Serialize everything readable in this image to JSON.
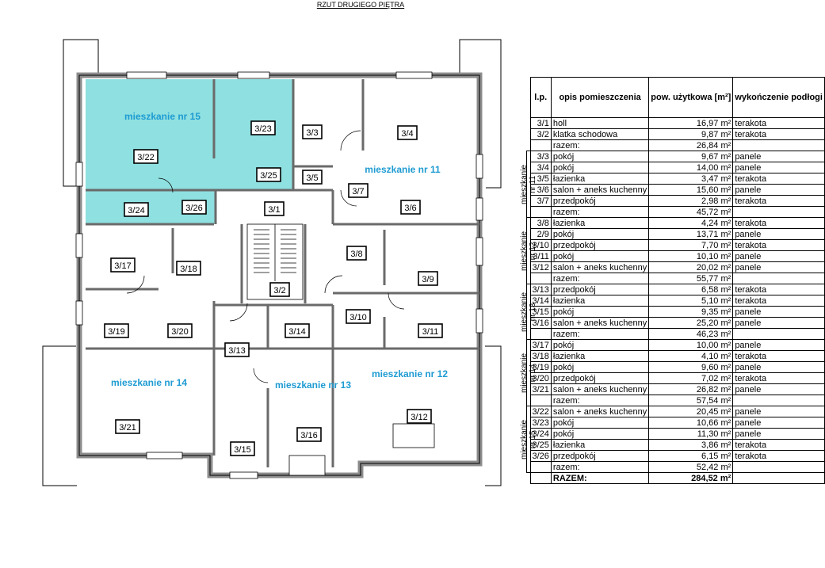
{
  "title": "RZUT DRUGIEGO PIĘTRA",
  "colors": {
    "highlight": "#8fe0e0",
    "apartment_label": "#1e9bd2",
    "wall": "#8c8c8c"
  },
  "plan": {
    "apartments": [
      {
        "label": "mieszkanie nr 15"
      },
      {
        "label": "mieszkanie nr 11"
      },
      {
        "label": "mieszkanie nr 14"
      },
      {
        "label": "mieszkanie nr 13"
      },
      {
        "label": "mieszkanie nr 12"
      }
    ],
    "rooms": [
      "3/1",
      "3/2",
      "3/3",
      "3/4",
      "3/5",
      "3/6",
      "3/7",
      "3/8",
      "3/9",
      "3/10",
      "3/11",
      "3/12",
      "3/13",
      "3/14",
      "3/15",
      "3/16",
      "3/17",
      "3/18",
      "3/19",
      "3/20",
      "3/21",
      "3/22",
      "3/23",
      "3/24",
      "3/25",
      "3/26"
    ]
  },
  "table": {
    "headers": {
      "no": "l.p.",
      "desc": "opis pomieszczenia",
      "area": "pow. użytkowa [m²]",
      "finish": "wykończenie podłogi"
    },
    "common": [
      {
        "no": "3/1",
        "desc": "holl",
        "area": "16,97 m²",
        "finish": "terakota"
      },
      {
        "no": "3/2",
        "desc": "klatka schodowa",
        "area": "9,87 m²",
        "finish": "terakota"
      }
    ],
    "common_sum": {
      "label": "razem:",
      "area": "26,84 m²"
    },
    "groups": [
      {
        "name": "mieszkanie nr 11",
        "rows": [
          {
            "no": "3/3",
            "desc": "pokój",
            "area": "9,67 m²",
            "finish": "panele"
          },
          {
            "no": "3/4",
            "desc": "pokój",
            "area": "14,00 m²",
            "finish": "panele"
          },
          {
            "no": "3/5",
            "desc": "łazienka",
            "area": "3,47 m²",
            "finish": "terakota"
          },
          {
            "no": "3/6",
            "desc": "salon + aneks kuchenny",
            "area": "15,60 m²",
            "finish": "panele"
          },
          {
            "no": "3/7",
            "desc": "przedpokój",
            "area": "2,98 m²",
            "finish": "terakota"
          }
        ],
        "sum": {
          "label": "razem:",
          "area": "45,72 m²"
        }
      },
      {
        "name": "mieszkanie nr 12",
        "rows": [
          {
            "no": "3/8",
            "desc": "łazienka",
            "area": "4,24 m²",
            "finish": "terakota"
          },
          {
            "no": "2/9",
            "desc": "pokój",
            "area": "13,71 m²",
            "finish": "panele"
          },
          {
            "no": "3/10",
            "desc": "przedpokój",
            "area": "7,70 m²",
            "finish": "terakota"
          },
          {
            "no": "3/11",
            "desc": "pokój",
            "area": "10,10 m²",
            "finish": "panele"
          },
          {
            "no": "3/12",
            "desc": "salon + aneks kuchenny",
            "area": "20,02 m²",
            "finish": "panele"
          }
        ],
        "sum": {
          "label": "razem:",
          "area": "55,77 m²"
        }
      },
      {
        "name": "mieszkanie nr 13",
        "rows": [
          {
            "no": "3/13",
            "desc": "przedpokój",
            "area": "6,58 m²",
            "finish": "terakota"
          },
          {
            "no": "3/14",
            "desc": "łazienka",
            "area": "5,10 m²",
            "finish": "terakota"
          },
          {
            "no": "3/15",
            "desc": "pokój",
            "area": "9,35 m²",
            "finish": "panele"
          },
          {
            "no": "3/16",
            "desc": "salon + aneks kuchenny",
            "area": "25,20 m²",
            "finish": "panele"
          }
        ],
        "sum": {
          "label": "razem:",
          "area": "46,23 m²"
        }
      },
      {
        "name": "mieszkanie nr 14",
        "rows": [
          {
            "no": "3/17",
            "desc": "pokój",
            "area": "10,00 m²",
            "finish": "panele"
          },
          {
            "no": "3/18",
            "desc": "łazienka",
            "area": "4,10 m²",
            "finish": "terakota"
          },
          {
            "no": "3/19",
            "desc": "pokój",
            "area": "9,60 m²",
            "finish": "panele"
          },
          {
            "no": "3/20",
            "desc": "przedpokój",
            "area": "7,02 m²",
            "finish": "terakota"
          },
          {
            "no": "3/21",
            "desc": "salon + aneks kuchenny",
            "area": "26,82 m²",
            "finish": "panele"
          }
        ],
        "sum": {
          "label": "razem:",
          "area": "57,54 m²"
        }
      },
      {
        "name": "mieszkanie nr 15",
        "rows": [
          {
            "no": "3/22",
            "desc": "salon + aneks kuchenny",
            "area": "20,45 m²",
            "finish": "panele"
          },
          {
            "no": "3/23",
            "desc": "pokój",
            "area": "10,66 m²",
            "finish": "panele"
          },
          {
            "no": "3/24",
            "desc": "pokój",
            "area": "11,30 m²",
            "finish": "panele"
          },
          {
            "no": "3/25",
            "desc": "łazienka",
            "area": "3,86 m²",
            "finish": "terakota"
          },
          {
            "no": "3/26",
            "desc": "przedpokój",
            "area": "6,15 m²",
            "finish": "terakota"
          }
        ],
        "sum": {
          "label": "razem:",
          "area": "52,42 m²"
        }
      }
    ],
    "total": {
      "label": "RAZEM:",
      "area": "284,52 m²"
    }
  }
}
